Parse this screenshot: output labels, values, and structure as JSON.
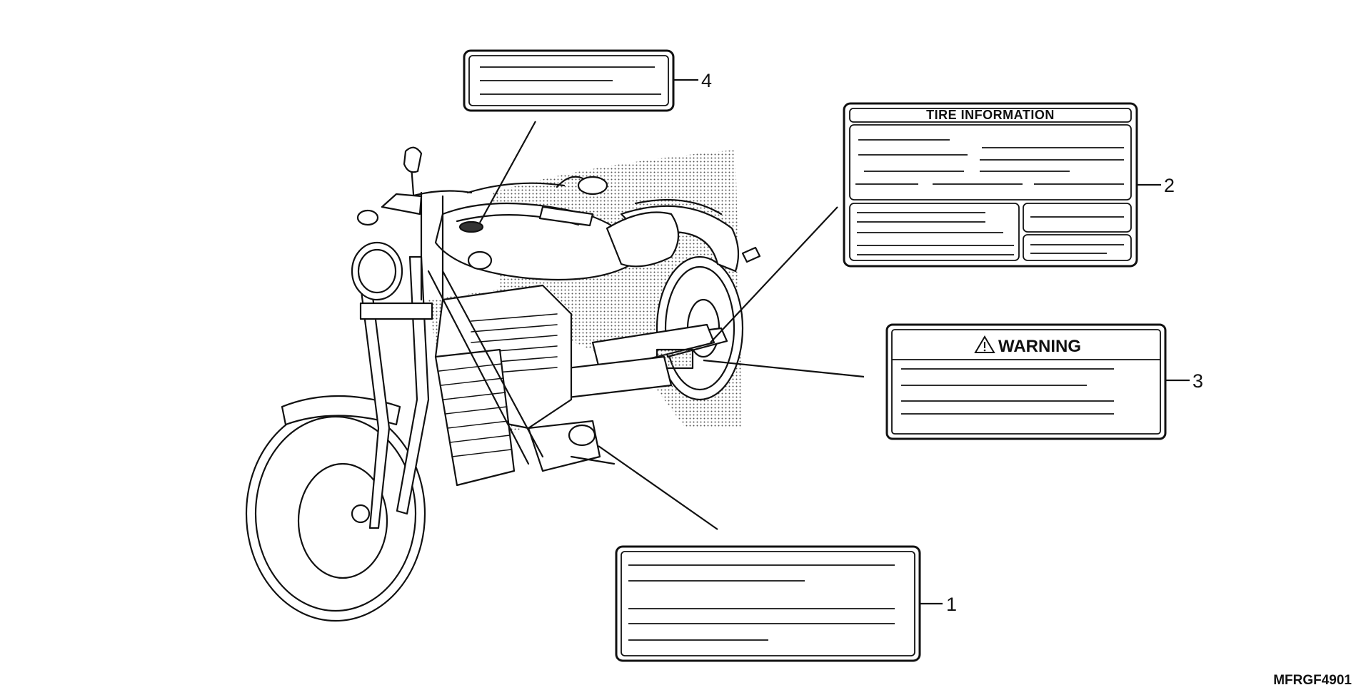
{
  "labels": [
    {
      "callout": "1"
    },
    {
      "callout": "2",
      "header": "TIRE INFORMATION"
    },
    {
      "callout": "3",
      "header": "WARNING",
      "icon": "warning-triangle-icon"
    },
    {
      "callout": "4"
    }
  ],
  "diagram_code": "MFRGF4901",
  "subject_icon": "motorcycle-icon"
}
